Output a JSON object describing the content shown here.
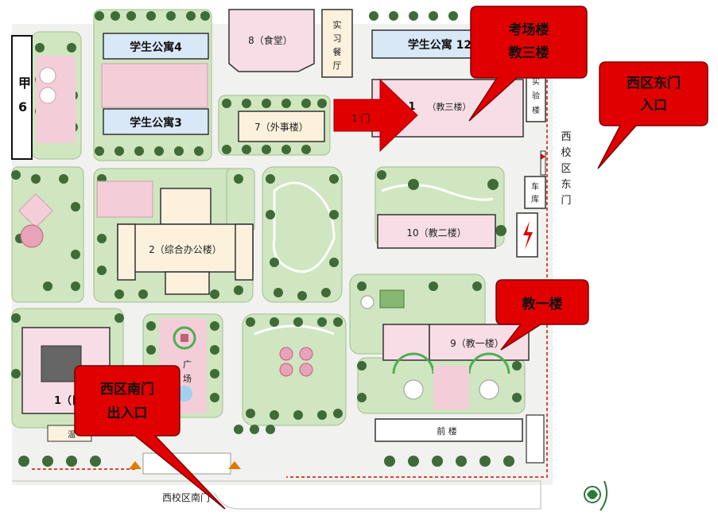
{
  "map": {
    "buildings": {
      "jia6_a": "甲",
      "jia6_b": "6",
      "dorm4": "学生公寓4",
      "dorm3": "学生公寓3",
      "canteen": "8（食堂）",
      "practice_a": "实",
      "practice_b": "习",
      "practice_c": "餐",
      "practice_d": "厅",
      "dorm12": "学生公寓 12",
      "waishi": "7（外事楼）",
      "jiao3": "（教三楼）",
      "jiao3_num": "1",
      "lab_a": "实",
      "lab_b": "验",
      "lab_c": "楼",
      "garage_a": "车",
      "garage_b": "库",
      "admin": "2（综合办公楼）",
      "jiao2": "10（教二楼）",
      "jiao1": "9（教一楼）",
      "qian": "前 楼",
      "b1_label": "1（日",
      "plaza_a": "广",
      "plaza_b": "场",
      "arrow_text": "1 门",
      "small_wen": "温"
    },
    "gates": {
      "east_gate_v": [
        "西",
        "校",
        "区",
        "东",
        "门"
      ],
      "south_gate": "西校区南门"
    },
    "callouts": {
      "exam": [
        "考场楼",
        "教三楼"
      ],
      "east": [
        "西区东门",
        "入口"
      ],
      "jiao1": [
        "教一楼"
      ],
      "south": [
        "西区南门",
        "出入口"
      ]
    },
    "colors": {
      "callout_red": "#e00000",
      "building_pink": "#f7dde6",
      "building_blue": "#d9e8f7",
      "building_cream": "#fbf1dc",
      "lawn_green": "#cfe6c0",
      "tree_green": "#3f6b38",
      "plaza_pink": "#f3cdd8",
      "boundary_red": "#d24a3a"
    }
  }
}
